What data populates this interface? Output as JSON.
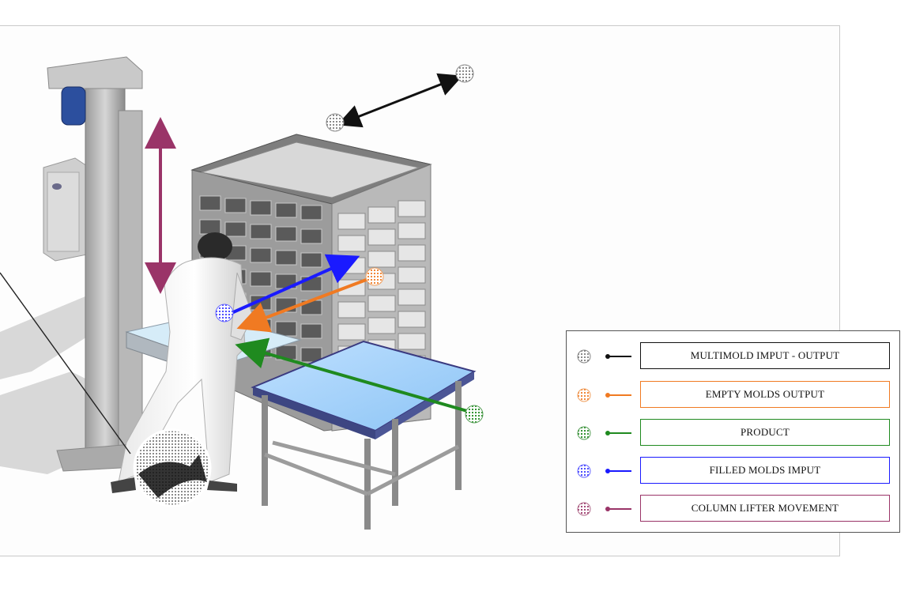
{
  "colors": {
    "black": "#111111",
    "orange": "#f07a22",
    "green": "#1f8a1f",
    "blue": "#1a1aff",
    "purple": "#9a3468"
  },
  "legend": {
    "items": [
      {
        "label": "MULTIMOLD IMPUT - OUTPUT",
        "color": "#111111",
        "icon": "hatched-circle-icon"
      },
      {
        "label": "EMPTY MOLDS OUTPUT",
        "color": "#f07a22",
        "icon": "hatched-circle-icon"
      },
      {
        "label": "PRODUCT",
        "color": "#1f8a1f",
        "icon": "hatched-circle-icon"
      },
      {
        "label": "FILLED MOLDS IMPUT",
        "color": "#1a1aff",
        "icon": "hatched-circle-icon"
      },
      {
        "label": "COLUMN LIFTER MOVEMENT",
        "color": "#9a3468",
        "icon": "hatched-circle-icon"
      }
    ]
  }
}
